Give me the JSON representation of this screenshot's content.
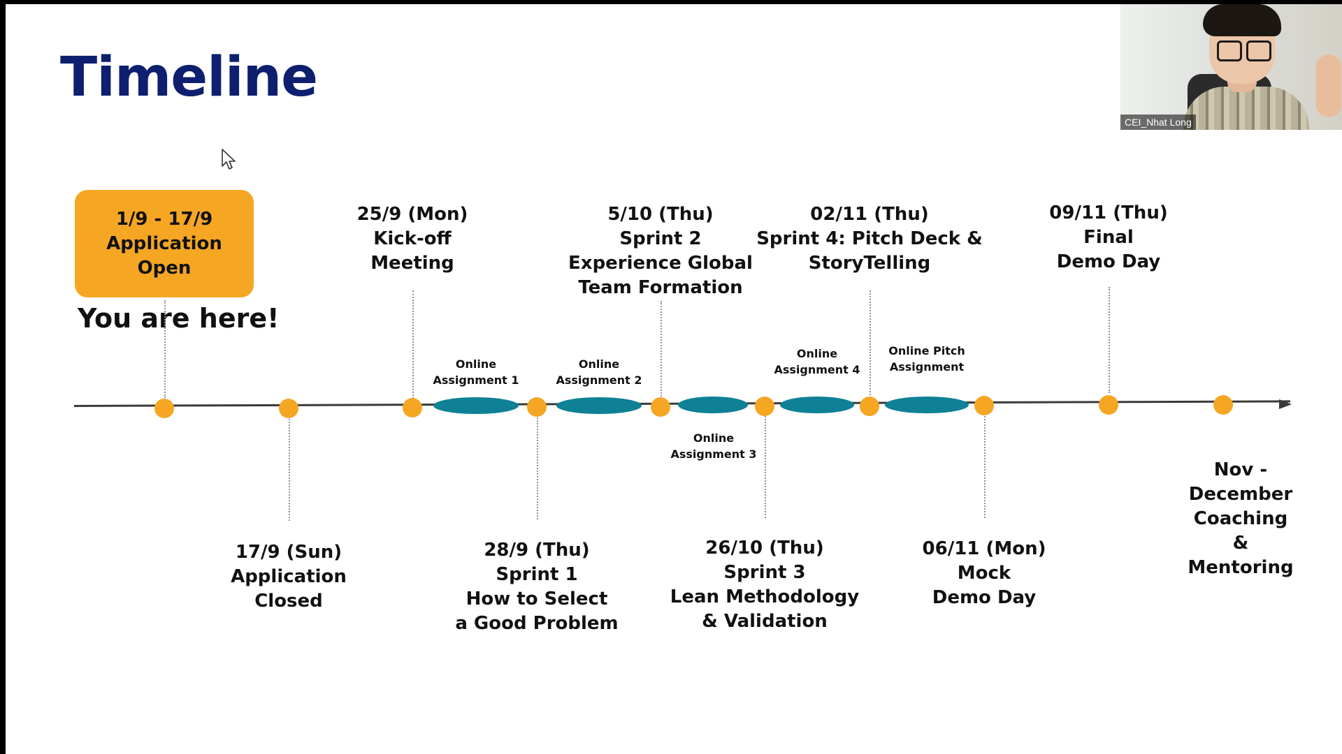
{
  "slide": {
    "title": "Timeline",
    "you_are_here": "You are here!"
  },
  "video": {
    "participant_name": "CEI_Nhat Long"
  },
  "milestones": {
    "application_open": "1/9 - 17/9\nApplication\nOpen",
    "application_closed": "17/9 (Sun)\nApplication\nClosed",
    "kickoff": "25/9 (Mon)\nKick-off\nMeeting",
    "sprint1": "28/9 (Thu)\nSprint 1\nHow to Select\na Good Problem",
    "sprint2": "5/10 (Thu)\nSprint 2\nExperience Global\nTeam Formation",
    "sprint3": "26/10 (Thu)\nSprint 3\nLean Methodology\n& Validation",
    "sprint4": "02/11 (Thu)\nSprint 4: Pitch Deck &\nStoryTelling",
    "mock_demo": "06/11 (Mon)\nMock\nDemo Day",
    "final_demo": "09/11 (Thu)\nFinal\nDemo Day",
    "coaching": "Nov - December\nCoaching &\nMentoring"
  },
  "assignments": {
    "a1": "Online\nAssignment 1",
    "a2": "Online\nAssignment 2",
    "a3": "Online\nAssignment 3",
    "a4": "Online\nAssignment 4",
    "pitch": "Online Pitch\nAssignment"
  },
  "colors": {
    "title": "#0d1f6e",
    "milestone_dot": "#f5a623",
    "assignment_segment": "#0e8196",
    "axis": "#3a3a3a"
  },
  "icons": [
    "mouse-pointer-icon"
  ]
}
